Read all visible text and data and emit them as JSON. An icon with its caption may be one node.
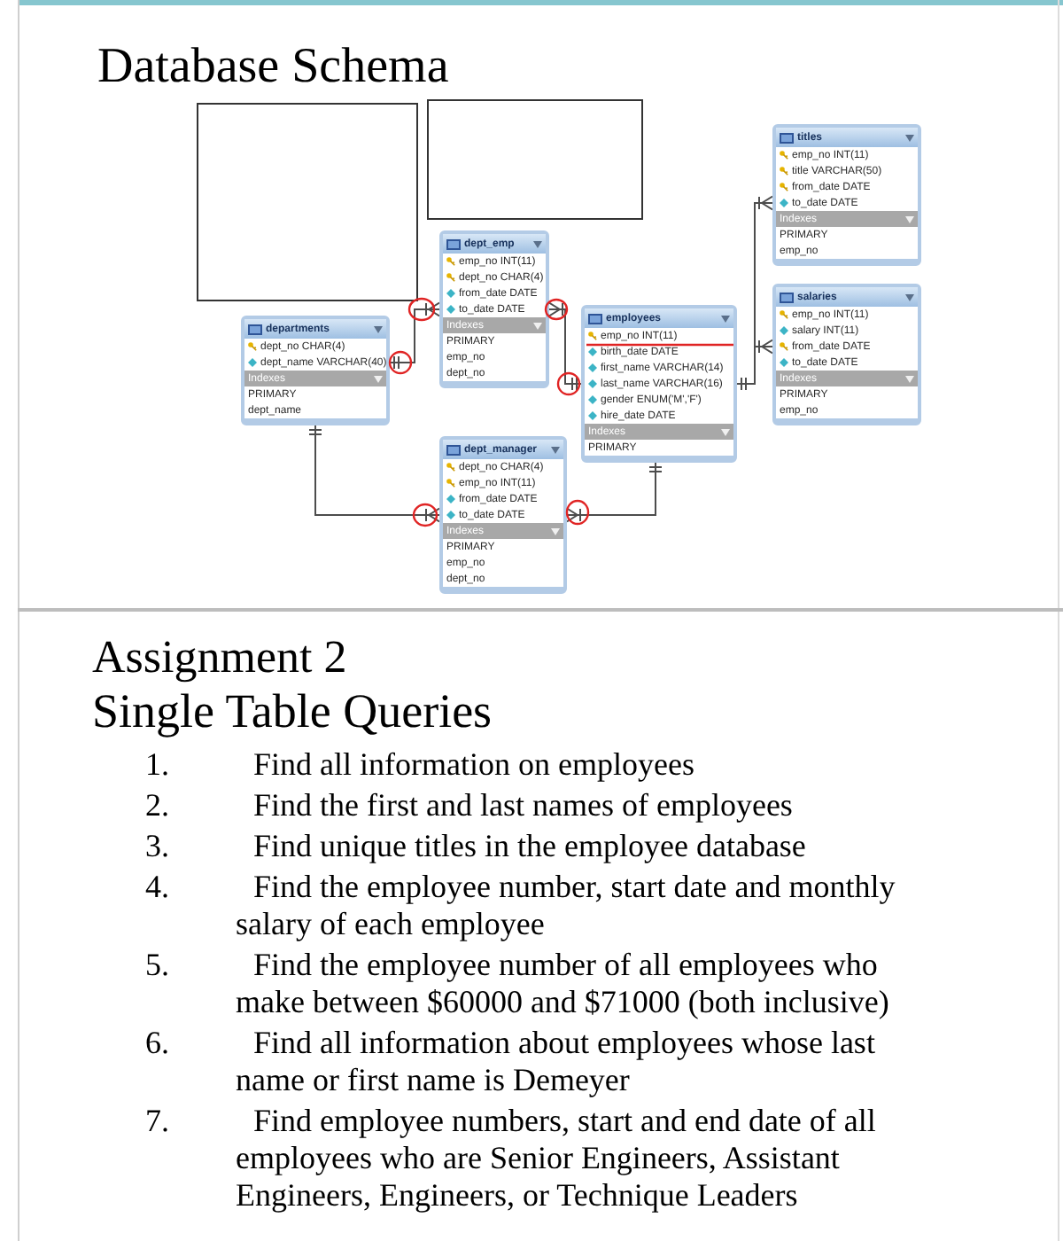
{
  "diagram": {
    "title": "Database Schema",
    "nodes": [
      {
        "text": [],
        "shape": "box"
      },
      {
        "text": [],
        "shape": "box"
      },
      {
        "text": [
          "titles",
          "emp_no INT(11)",
          "title VARCHAR(50)",
          "from_date DATE",
          "to_date DATE",
          "Indexes",
          "PRIMARY",
          "emp_no"
        ]
      },
      {
        "text": [
          "dept_emp",
          "emp_no INT(11)",
          "dept_no CHAR(4)",
          "from_date DATE",
          "to_date DATE",
          "Indexes",
          "PRIMARY",
          "emp_no",
          "dept_no"
        ]
      },
      {
        "text": [
          "salaries",
          "emp_no INT(11)",
          "salary INT(11)",
          "from_date DATE",
          "to_date DATE",
          "Indexes",
          "PRIMARY",
          "emp_no"
        ]
      },
      {
        "text": [
          "departments",
          "dept_no CHAR(4)",
          "dept_name VARCHAR(40)",
          "Indexes",
          "PRIMARY",
          "dept_name"
        ]
      },
      {
        "text": [
          "employees",
          "emp_no INT(11)",
          "birth_date DATE",
          "first_name VARCHAR(14)",
          "last_name VARCHAR(16)",
          "gender ENUM('M','F')",
          "hire_date DATE",
          "Indexes",
          "PRIMARY"
        ]
      },
      {
        "text": [
          "dept_manager",
          "dept_no CHAR(4)",
          "emp_no INT(11)",
          "from_date DATE",
          "to_date DATE",
          "Indexes",
          "PRIMARY",
          "emp_no",
          "dept_no"
        ]
      }
    ],
    "edges": [
      {
        "from": 5,
        "to": 3,
        "arrow": "other"
      },
      {
        "from": 6,
        "to": 3,
        "arrow": "other"
      },
      {
        "from": 6,
        "to": 2,
        "arrow": "other"
      },
      {
        "from": 6,
        "to": 4,
        "arrow": "other"
      },
      {
        "from": 5,
        "to": 7,
        "arrow": "other"
      },
      {
        "from": 6,
        "to": 7,
        "arrow": "other"
      }
    ],
    "labels": [
      "Assignment 2",
      "Single Table Queries",
      "1.",
      "Find all information on employees",
      "2.",
      "Find the first and last names of employees",
      "3.",
      "Find unique titles in the employee database",
      "4.",
      "Find the employee number, start date and monthly salary of each employee",
      "5.",
      "Find the employee number of all employees who make between $60000 and $71000 (both inclusive)",
      "6.",
      "Find all information about employees whose last name or first name is Demeyer",
      "7.",
      "Find employee numbers, start and end date of all employees who are Senior Engineers, Assistant Engineers, Engineers, or Technique Leaders"
    ]
  }
}
